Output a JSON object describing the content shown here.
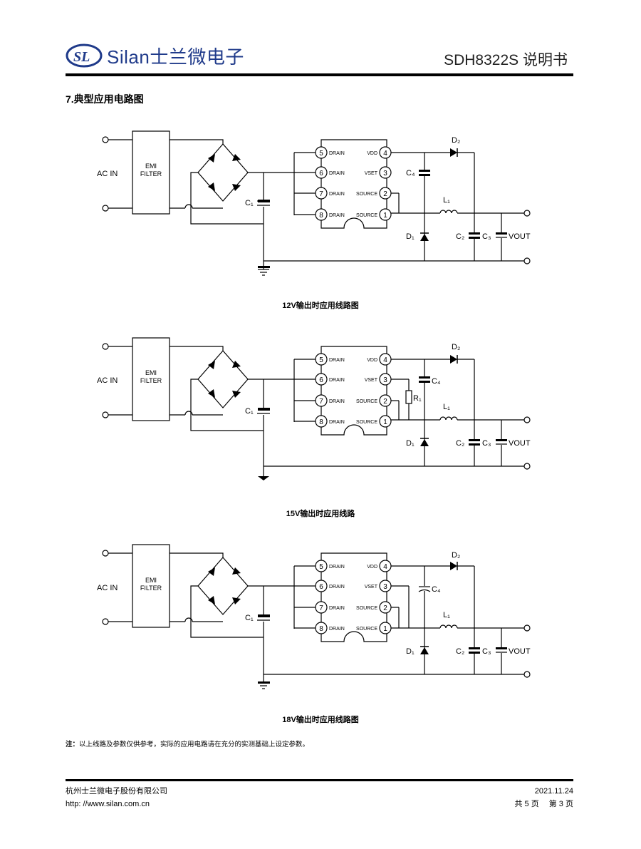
{
  "header": {
    "logo_text": "Silan士兰微电子",
    "doc_title": "SDH8322S 说明书",
    "brand_color": "#1f3a8a"
  },
  "section": {
    "title": "7.典型应用电路图"
  },
  "circuit_labels": {
    "ac_in": "AC IN",
    "emi_line1": "EMI",
    "emi_line2": "FILTER",
    "pin5": "5",
    "pin6": "6",
    "pin7": "7",
    "pin8": "8",
    "pin4": "4",
    "pin3": "3",
    "pin2": "2",
    "pin1": "1",
    "drain": "DRAIN",
    "vdd": "VDD",
    "vset": "VSET",
    "source": "SOURCE",
    "c1": "C₁",
    "c2": "C₂",
    "c3": "C₃",
    "c4": "C₄",
    "d1": "D₁",
    "d2": "D₂",
    "l1": "L₁",
    "r1": "R₁",
    "vout": "VOUT"
  },
  "diagrams": [
    {
      "caption": "12V输出时应用线路图"
    },
    {
      "caption": "15V输出时应用线路"
    },
    {
      "caption": "18V输出时应用线路图"
    }
  ],
  "note": {
    "label": "注：",
    "text": "以上线路及参数仅供参考，实际的应用电路请在充分的实测基础上设定参数。"
  },
  "footer": {
    "company": "杭州士兰微电子股份有限公司",
    "url": "http: //www.silan.com.cn",
    "date": "2021.11.24",
    "pages": "共 5 页　 第 3 页"
  }
}
